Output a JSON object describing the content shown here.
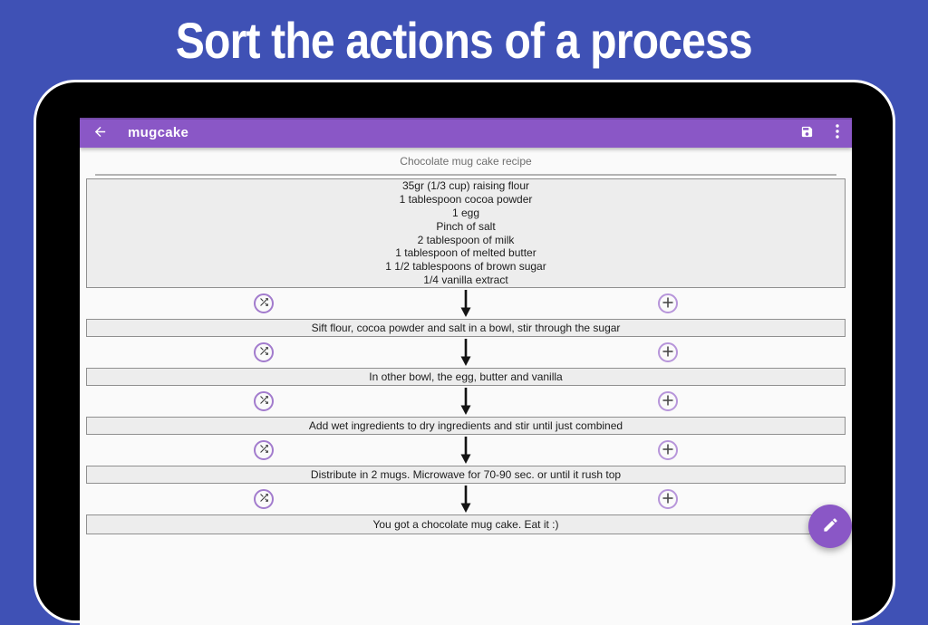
{
  "banner": {
    "title": "Sort the actions of a process"
  },
  "app": {
    "appbar": {
      "title": "mugcake",
      "icons": {
        "back": "back-arrow",
        "save": "floppy-disk",
        "menu": "vertical-ellipsis"
      }
    },
    "recipe": {
      "title": "Chocolate mug cake recipe",
      "ingredients": [
        "35gr (1/3 cup) raising flour",
        "1 tablespoon cocoa powder",
        "1 egg",
        "Pinch of salt",
        "2 tablespoon of milk",
        "1 tablespoon of melted butter",
        "1 1/2 tablespoons of brown sugar",
        "1/4 vanilla extract"
      ],
      "steps": [
        "Sift flour, cocoa powder and salt in a bowl, stir through the sugar",
        "In other bowl, the egg, butter and vanilla",
        "Add wet ingredients to dry ingredients and stir until just combined",
        "Distribute in 2 mugs. Microwave for 70-90 sec. or until it rush top",
        "You got a chocolate mug cake. Eat it :)"
      ]
    },
    "fab_icon": "pencil",
    "colors": {
      "background_blue": "#3f51b5",
      "appbar_purple": "#8a57c6",
      "fab_purple": "#8a57c6",
      "screen_bg": "#fafafa",
      "card_bg": "#ededed",
      "card_border": "#8f8f8f",
      "circle_accent": "#a27bcd"
    }
  }
}
